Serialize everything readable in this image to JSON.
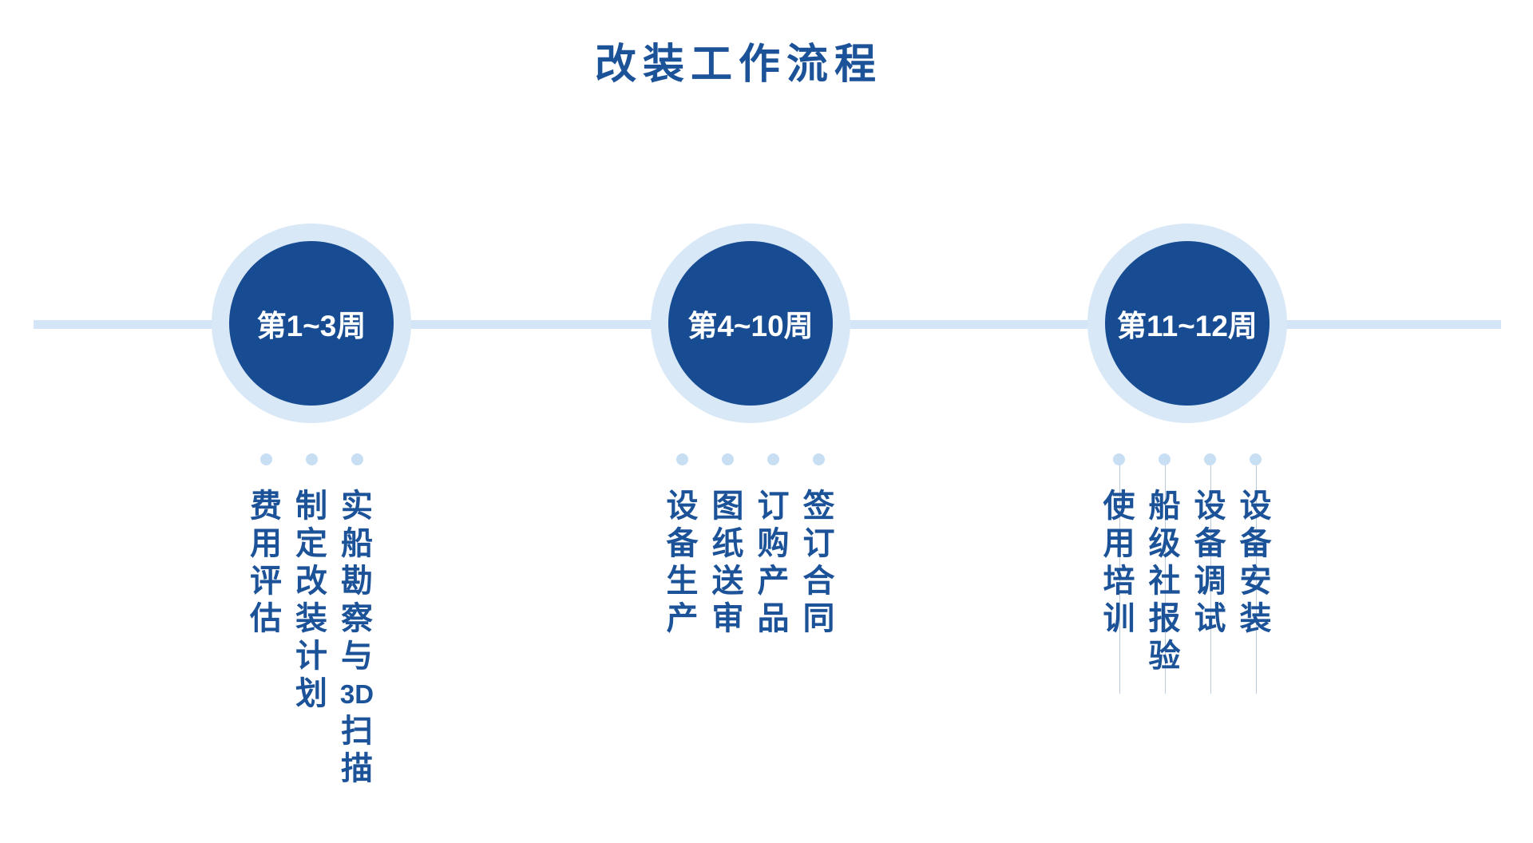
{
  "title": "改装工作流程",
  "colors": {
    "primary_dark_blue": "#174C93",
    "title_text_blue": "#1B5298",
    "light_ring_blue": "#D9E8F7",
    "timeline_line_blue": "#D3E5F6",
    "dot_blue": "#C7DEF3",
    "circle_label_white": "#FFFFFF"
  },
  "stages": [
    {
      "label": "第1~3周",
      "items": [
        "实船勘察与3D扫描",
        "制定改装计划",
        "费用评估"
      ],
      "hairlines": false
    },
    {
      "label": "第4~10周",
      "items": [
        "签订合同",
        "订购产品",
        "图纸送审",
        "设备生产"
      ],
      "hairlines": false
    },
    {
      "label": "第11~12周",
      "items": [
        "设备安装",
        "设备调试",
        "船级社报验",
        "使用培训"
      ],
      "hairlines": true
    }
  ]
}
